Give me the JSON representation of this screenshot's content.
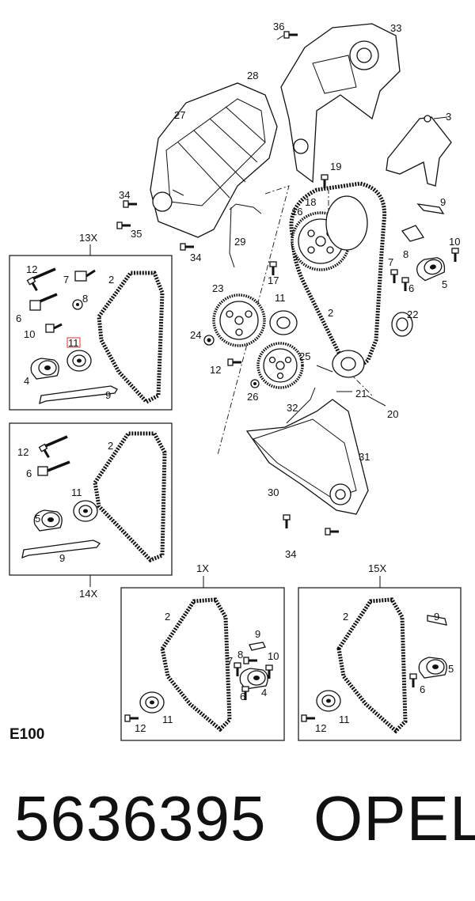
{
  "labels": {
    "n2": "2",
    "n3": "3",
    "n4": "4",
    "n5": "5",
    "n6": "6",
    "n7": "7",
    "n8": "8",
    "n9": "9",
    "n10": "10",
    "n11": "11",
    "n12": "12",
    "n16": "16",
    "n17": "17",
    "n18": "18",
    "n19": "19",
    "n20": "20",
    "n21": "21",
    "n22": "22",
    "n23": "23",
    "n24": "24",
    "n25": "25",
    "n26": "26",
    "n27": "27",
    "n28": "28",
    "n29": "29",
    "n30": "30",
    "n31": "31",
    "n32": "32",
    "n33": "33",
    "n34": "34",
    "n35": "35",
    "n36": "36"
  },
  "kits": {
    "k13x": "13X",
    "k14x": "14X",
    "k1x": "1X",
    "k15x": "15X"
  },
  "highlighted_part": "11",
  "diagram_code": "E100",
  "part_number": "5636395",
  "brand": "OPEL"
}
